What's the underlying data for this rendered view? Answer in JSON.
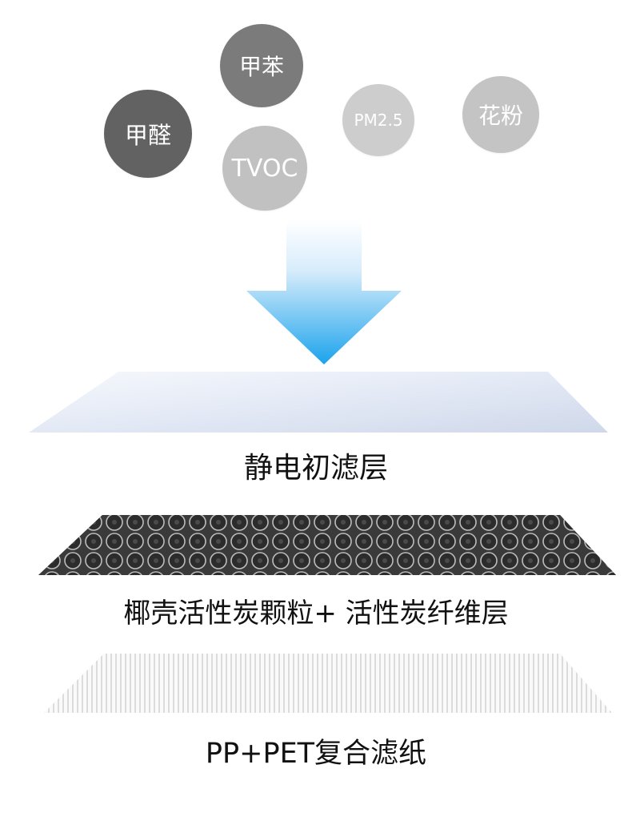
{
  "pollutants": [
    {
      "label": "甲苯",
      "color": "#7b7b7b"
    },
    {
      "label": "甲醛",
      "color": "#626262"
    },
    {
      "label": "TVOC",
      "color": "#c1c1c1"
    },
    {
      "label": "PM2.5",
      "color": "#cdcdcd"
    },
    {
      "label": "花粉",
      "color": "#c4c4c4"
    }
  ],
  "arrow": {
    "top_color": "#ffffff",
    "bottom_color": "#1ba3ec"
  },
  "layers": [
    {
      "label": "静电初滤层",
      "color": "#dfe6f3"
    },
    {
      "label": "椰壳活性炭颗粒+ 活性炭纤维层",
      "color": "#3f3f3f"
    },
    {
      "label": "PP+PET复合滤纸",
      "color": "#f4f4f4"
    }
  ]
}
